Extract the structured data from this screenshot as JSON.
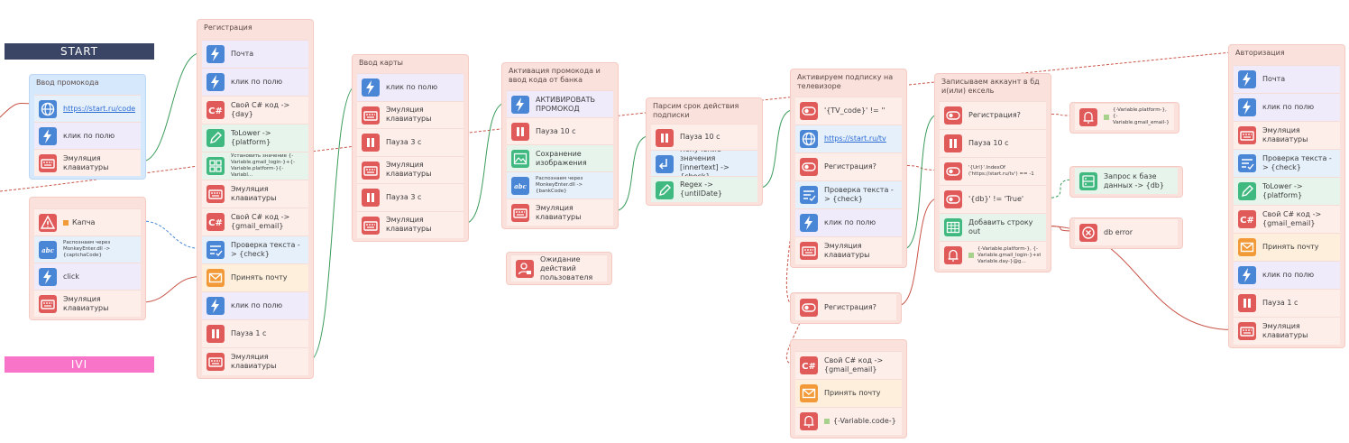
{
  "tags": {
    "start": "START",
    "ivi": "IVI"
  },
  "groups": [
    {
      "id": "promo",
      "title": "Ввод промокода",
      "items": [
        {
          "icon": "globe-icon",
          "label": "https://start.ru/code"
        },
        {
          "icon": "lightning-icon",
          "label": "клик по полю"
        },
        {
          "icon": "keyboard-icon",
          "label": "Эмуляция клавиатуры"
        }
      ]
    },
    {
      "id": "captcha",
      "title": "",
      "items": [
        {
          "icon": "warning-icon",
          "label": "Капча"
        },
        {
          "icon": "captcha-icon",
          "label": "Распознаем через MonkeyEnter.dll -> {captchaCode}"
        },
        {
          "icon": "lightning-icon",
          "label": "click"
        },
        {
          "icon": "keyboard-icon",
          "label": "Эмуляция клавиатуры"
        }
      ]
    },
    {
      "id": "reg",
      "title": "Регистрация",
      "items": [
        {
          "icon": "lightning-icon",
          "label": "Почта"
        },
        {
          "icon": "lightning-icon",
          "label": "клик по полю"
        },
        {
          "icon": "csharp-icon",
          "label": "Свой C# код -> {day}"
        },
        {
          "icon": "pencil-icon",
          "label": "ToLower -> {platform}"
        },
        {
          "icon": "grid-icon",
          "label": "Установить значение {-Variable.gmail_login-}+{-Variable.platform-}{-Variabl..."
        },
        {
          "icon": "keyboard-icon",
          "label": "Эмуляция клавиатуры"
        },
        {
          "icon": "csharp-icon",
          "label": "Свой C# код -> {gmail_email}"
        },
        {
          "icon": "check-text-icon",
          "label": "Проверка текста -> {check}"
        },
        {
          "icon": "mail-icon",
          "label": "Принять почту"
        },
        {
          "icon": "lightning-icon",
          "label": "клик по полю"
        },
        {
          "icon": "pause-icon",
          "label": "Пауза 1 с"
        },
        {
          "icon": "keyboard-icon",
          "label": "Эмуляция клавиатуры"
        }
      ]
    },
    {
      "id": "card",
      "title": "Ввод карты",
      "items": [
        {
          "icon": "lightning-icon",
          "label": "клик по полю"
        },
        {
          "icon": "keyboard-icon",
          "label": "Эмуляция клавиатуры"
        },
        {
          "icon": "pause-icon",
          "label": "Пауза 3 с"
        },
        {
          "icon": "keyboard-icon",
          "label": "Эмуляция клавиатуры"
        },
        {
          "icon": "pause-icon",
          "label": "Пауза 3 с"
        },
        {
          "icon": "keyboard-icon",
          "label": "Эмуляция клавиатуры"
        }
      ]
    },
    {
      "id": "activ",
      "title": "Активация промокода и ввод кода от банка",
      "items": [
        {
          "icon": "lightning-icon",
          "label": "АКТИВИРОВАТЬ ПРОМОКОД"
        },
        {
          "icon": "pause-icon",
          "label": "Пауза 10 с"
        },
        {
          "icon": "image-icon",
          "label": "Сохранение изображения"
        },
        {
          "icon": "captcha-icon",
          "label": "Распознаем через MonkeyEnter.dll -> {bankCode}"
        },
        {
          "icon": "keyboard-icon",
          "label": "Эмуляция клавиатуры"
        }
      ]
    },
    {
      "id": "wait",
      "title": "",
      "items": [
        {
          "icon": "user-wait-icon",
          "label": "Ожидание действий пользователя"
        }
      ]
    },
    {
      "id": "parse",
      "title": "Парсим срок действия подписки",
      "items": [
        {
          "icon": "pause-icon",
          "label": "Пауза 10 с"
        },
        {
          "icon": "get-value-icon",
          "label": "Получение значения [innertext] -> {check}"
        },
        {
          "icon": "pencil-icon",
          "label": "Regex -> {untilDate}"
        }
      ]
    },
    {
      "id": "tv",
      "title": "Активируем подписку на телевизоре",
      "items": [
        {
          "icon": "toggle-icon",
          "label": "'{TV_code}' != ''"
        },
        {
          "icon": "globe-icon",
          "label": "https://start.ru/tv"
        },
        {
          "icon": "toggle-icon",
          "label": "Регистрация?"
        },
        {
          "icon": "check-text-icon",
          "label": "Проверка текста -> {check}"
        },
        {
          "icon": "lightning-icon",
          "label": "клик по полю"
        },
        {
          "icon": "keyboard-icon",
          "label": "Эмуляция клавиатуры"
        }
      ]
    },
    {
      "id": "reg2",
      "title": "",
      "items": [
        {
          "icon": "toggle-icon",
          "label": "Регистрация?"
        }
      ]
    },
    {
      "id": "csbox",
      "title": "",
      "items": [
        {
          "icon": "csharp-icon",
          "label": "Свой C# код -> {gmail_email}"
        },
        {
          "icon": "mail-icon",
          "label": "Принять почту"
        },
        {
          "icon": "bell-icon",
          "label": "{-Variable.code-}"
        }
      ]
    },
    {
      "id": "excel",
      "title": "Записываем аккаунт в бд и(или) ексель",
      "items": [
        {
          "icon": "toggle-icon",
          "label": "Регистрация?"
        },
        {
          "icon": "pause-icon",
          "label": "Пауза 10 с"
        },
        {
          "icon": "toggle-icon",
          "label": "'{Url}'.IndexOf ('https://start.ru/tv') == -1"
        },
        {
          "icon": "toggle-icon",
          "label": "'{db}' != 'True'"
        },
        {
          "icon": "table-icon",
          "label": "Добавить строку out"
        },
        {
          "icon": "bell-icon",
          "label": "{-Variable.platform-}, {-Variable.gmail_login-}+start{-Variable.day-}@g..."
        }
      ]
    },
    {
      "id": "bellbox",
      "title": "",
      "items": [
        {
          "icon": "bell-icon",
          "label": "{-Variable.platform-}, {-Variable.gmail_email-}"
        }
      ]
    },
    {
      "id": "dbbox",
      "title": "",
      "items": [
        {
          "icon": "database-icon",
          "label": "Запрос к базе данных -> {db}"
        }
      ]
    },
    {
      "id": "errbox",
      "title": "",
      "items": [
        {
          "icon": "error-icon",
          "label": "db error"
        }
      ]
    },
    {
      "id": "auth",
      "title": "Авторизация",
      "items": [
        {
          "icon": "lightning-icon",
          "label": "Почта"
        },
        {
          "icon": "lightning-icon",
          "label": "клик по полю"
        },
        {
          "icon": "keyboard-icon",
          "label": "Эмуляция клавиатуры"
        },
        {
          "icon": "check-text-icon",
          "label": "Проверка текста -> {check}"
        },
        {
          "icon": "pencil-icon",
          "label": "ToLower -> {platform}"
        },
        {
          "icon": "csharp-icon",
          "label": "Свой C# код -> {gmail_email}"
        },
        {
          "icon": "mail-icon",
          "label": "Принять почту"
        },
        {
          "icon": "lightning-icon",
          "label": "клик по полю"
        },
        {
          "icon": "pause-icon",
          "label": "Пауза 1 с"
        },
        {
          "icon": "keyboard-icon",
          "label": "Эмуляция клавиатуры"
        }
      ]
    }
  ],
  "colors": {
    "start_tag": "#3a4566",
    "ivi_tag": "#f774c9",
    "wire_red": "#c9564a",
    "wire_green": "#3a9b5a",
    "wire_blue": "#4a86d6"
  }
}
